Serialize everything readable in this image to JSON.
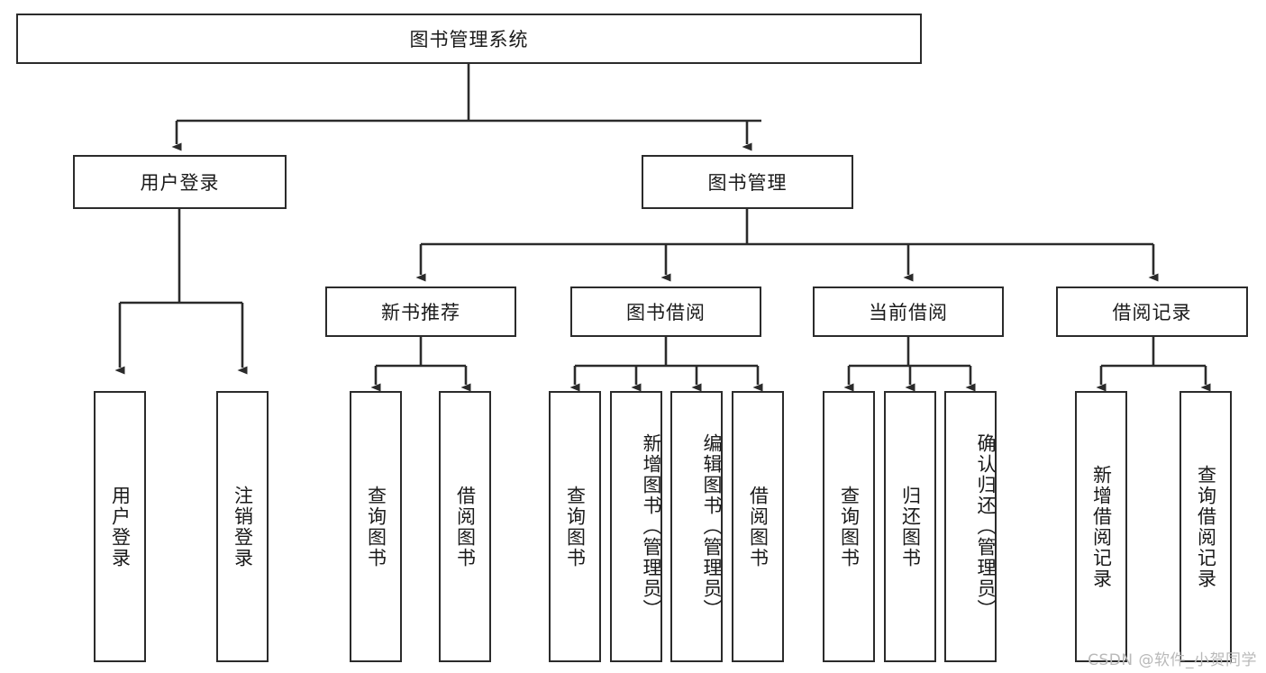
{
  "diagram": {
    "title": "图书管理系统",
    "type": "tree-hierarchy-chart",
    "stroke_color": "#2b2b2b",
    "background_color": "#ffffff",
    "text_color": "#1a1a1a",
    "root": {
      "label": "图书管理系统"
    },
    "level2": [
      {
        "label": "用户登录"
      },
      {
        "label": "图书管理"
      }
    ],
    "level3": [
      {
        "label": "新书推荐"
      },
      {
        "label": "图书借阅"
      },
      {
        "label": "当前借阅"
      },
      {
        "label": "借阅记录"
      }
    ],
    "leaves": {
      "user_login": [
        {
          "label": "用户登录"
        },
        {
          "label": "注销登录"
        }
      ],
      "new_book_recommend": [
        {
          "label": "查询图书"
        },
        {
          "label": "借阅图书"
        }
      ],
      "book_borrow": [
        {
          "label": "查询图书"
        },
        {
          "label": "新增图书（管理员）"
        },
        {
          "label": "编辑图书（管理员）"
        },
        {
          "label": "借阅图书"
        }
      ],
      "current_borrow": [
        {
          "label": "查询图书"
        },
        {
          "label": "归还图书"
        },
        {
          "label": "确认归还（管理员）"
        }
      ],
      "borrow_record": [
        {
          "label": "新增借阅记录"
        },
        {
          "label": "查询借阅记录"
        }
      ]
    }
  },
  "watermark": {
    "text": "CSDN @软件_小贺同学"
  }
}
